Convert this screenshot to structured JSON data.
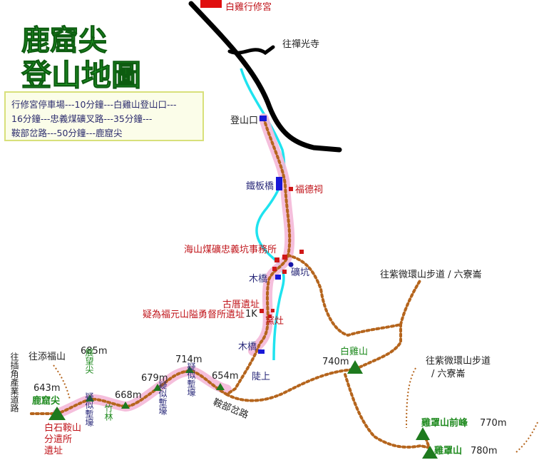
{
  "title": {
    "line1": "鹿窟尖",
    "line2": "登山地圖"
  },
  "info": {
    "line1": "行修宮停車場---10分鐘---白雞山登山口---",
    "line2": "16分鐘---忠義煤礦叉路---35分鐘---",
    "line3": "鞍部岔路---50分鐘---鹿窟尖"
  },
  "labels": {
    "temple": "白雞行修宮",
    "to_chanqiang": "往禪光寺",
    "trailhead": "登山口",
    "iron_bridge": "鐵板橋",
    "fude_shrine": "福德祠",
    "mine_office": "海山煤礦忠義坑事務所",
    "mine_pit": "礦坑",
    "wood_bridge_1": "木橋",
    "ancient_ruin": "古厝遺址",
    "ruin_1k": "疑為福元山隘勇督所遺址",
    "marker_1k": "1K",
    "kiln": "窯灶",
    "wood_bridge_2": "木橋",
    "shore": "陡上",
    "saddle": "鞍部岔路",
    "to_ziwei_1": "往紫微環山步道 / 六寮崙",
    "to_ziwei_2a": "往紫微環山步道",
    "to_ziwei_2b": "/ 六寮崙",
    "baiji_peak": "白雞山",
    "baiji_alt": "740m",
    "jizhao_front": "雞罩山前峰",
    "jizhao_front_alt": "770m",
    "jizhao": "雞罩山",
    "jizhao_alt": "780m",
    "to_tianfu": "往添福山",
    "alt_685": "685m",
    "lookout": "展望尖",
    "alt_643": "643m",
    "lukujian": "鹿窟尖",
    "alt_668": "668m",
    "alt_679": "679m",
    "alt_714": "714m",
    "alt_654": "654m",
    "trench_1": "疑似塹壕",
    "trench_2": "疑似塹壕",
    "trench_3": "疑似塹壕",
    "bamboo": "竹林",
    "baishi_ruin_1": "白石鞍山",
    "baishi_ruin_2": "分遣所",
    "baishi_ruin_3": "遺址",
    "to_chajiao": "往插角產業道路"
  },
  "colors": {
    "title_green": "#23a22a",
    "trail_brown": "#b5651d",
    "route_pink": "#f4b8d8",
    "stream_cyan": "#1fe3ef",
    "road_black": "#000000",
    "peak_green": "#1e7a1e",
    "poi_red": "#d01818",
    "bridge_blue": "#1818d8",
    "label_red": "#c0141a",
    "label_navy": "#2a2a7a"
  }
}
